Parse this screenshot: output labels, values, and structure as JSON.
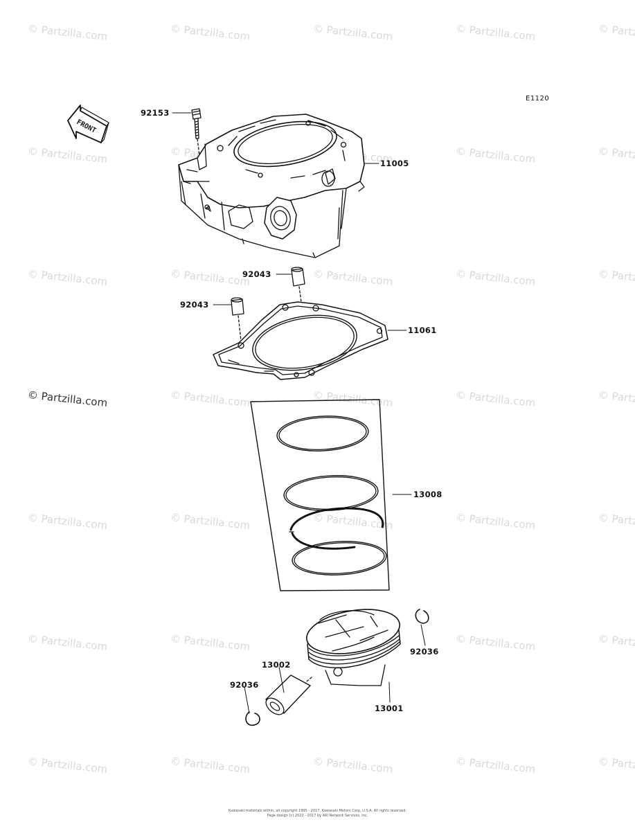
{
  "diagram_code": "E1120",
  "watermark_text": "© Partzilla.com",
  "front_label": "FRONT",
  "callouts": {
    "bolt": "92153",
    "cylinder": "11005",
    "dowel_upper": "92043",
    "dowel_left": "92043",
    "gasket": "11061",
    "ring_set": "13008",
    "clip_right": "92036",
    "pin": "13002",
    "clip_left": "92036",
    "piston": "13001"
  },
  "footer": {
    "line1": "Kawasaki materials within, all copyright 1995 - 2017, Kawasaki Motors Corp, U.S.A. All rights reserved.",
    "line2": "Page design (c) 2022 - 2017 by ARI Network Services, Inc."
  },
  "colors": {
    "line": "#111111",
    "watermark": "#d9d9d9"
  }
}
